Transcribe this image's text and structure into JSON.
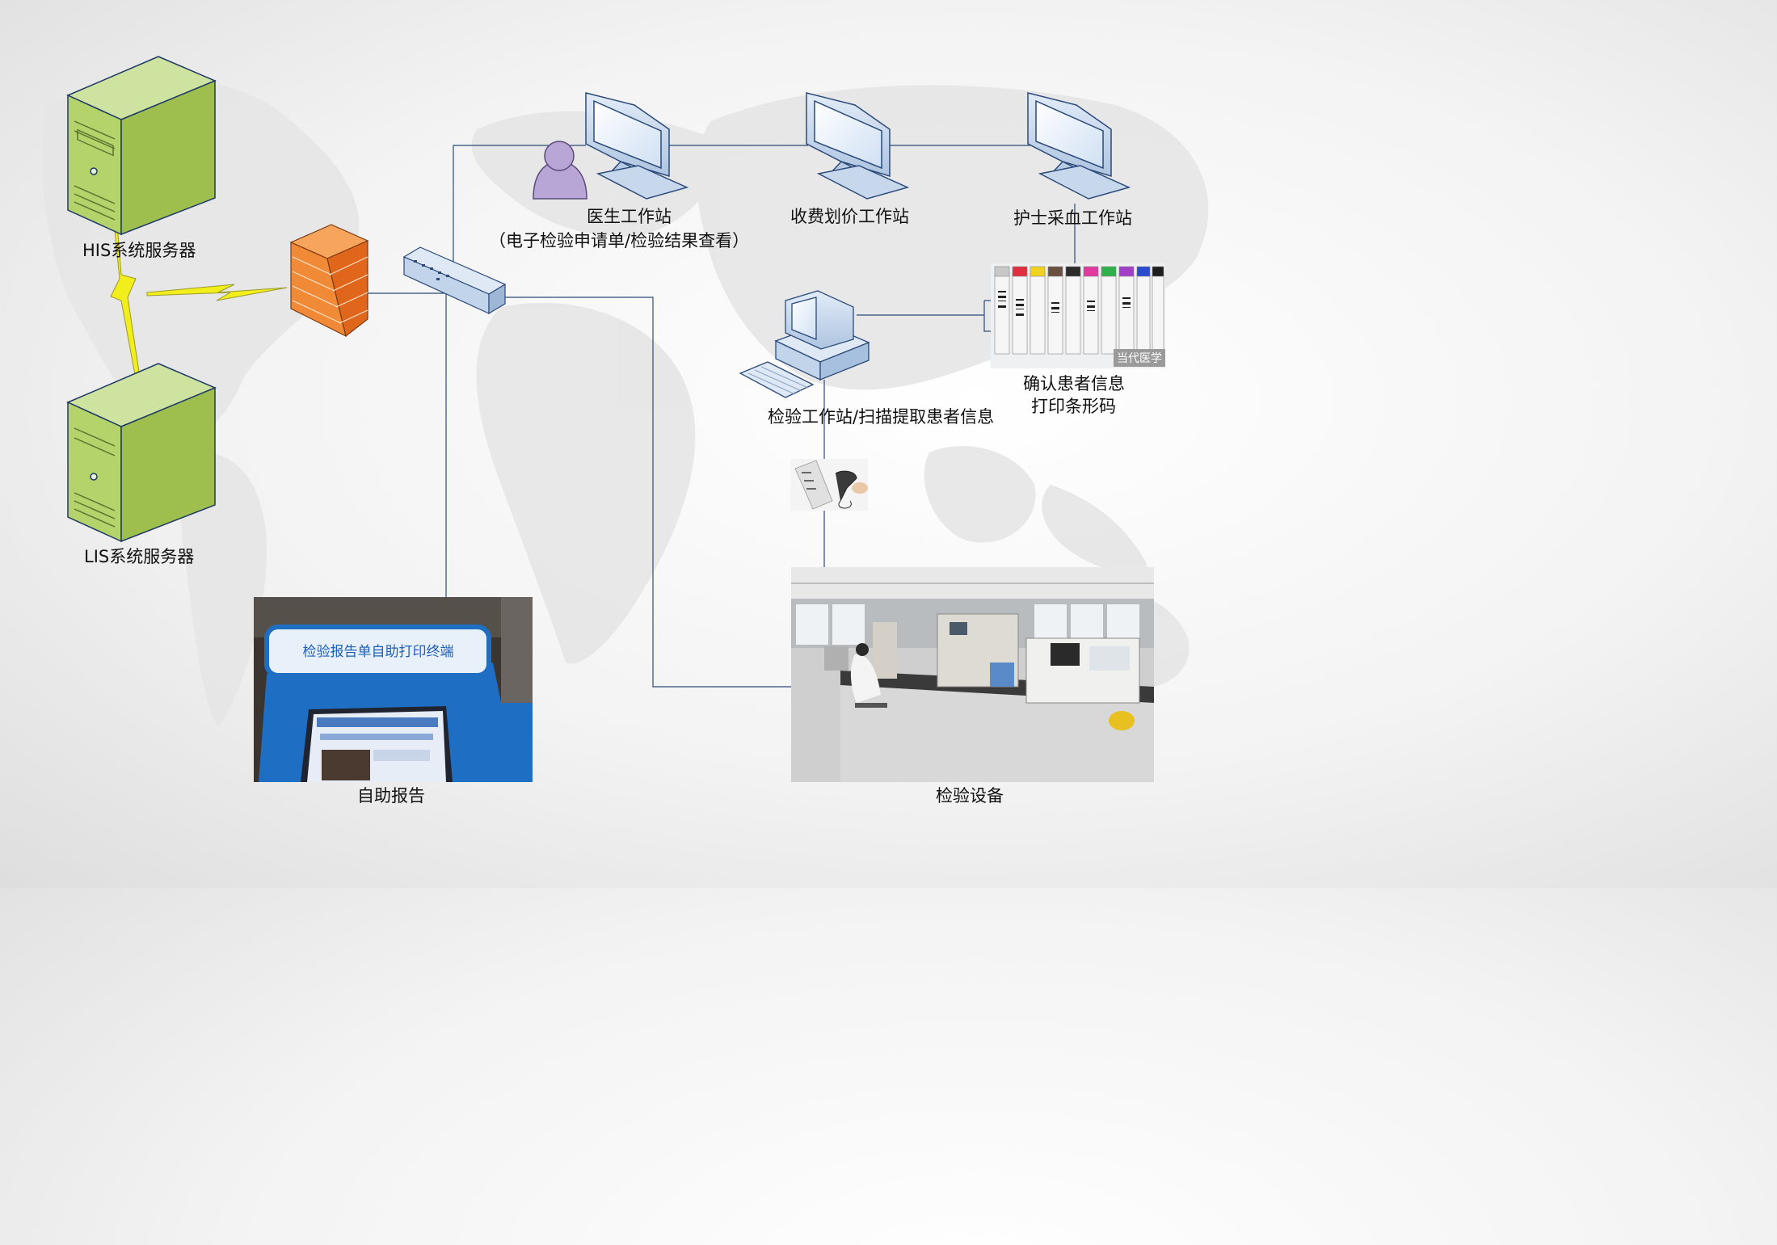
{
  "labels": {
    "his_server": "HIS系统服务器",
    "lis_server": "LIS系统服务器",
    "doctor_station": "医生工作站",
    "doctor_station_sub": "（电子检验申请单/检验结果查看）",
    "billing_station": "收费划价工作站",
    "nurse_station": "护士采血工作站",
    "confirm_line1": "确认患者信息",
    "confirm_line2": "打印条形码",
    "lab_station": "检验工作站/扫描提取患者信息",
    "self_report": "自助报告",
    "lab_equipment": "检验设备"
  },
  "kiosk": {
    "banner": "检验报告单自助打印终端"
  },
  "tubes_photo": {
    "watermark": "当代医学"
  },
  "colors": {
    "server_green": "#9ebf4d",
    "firewall_orange": "#f07a2a",
    "monitor_blue": "#c9d9ee",
    "link_line": "#2b4a7a",
    "lightning": "#f2ee1c"
  },
  "icons": [
    "server-icon",
    "firewall-icon",
    "switch-icon",
    "monitor-icon",
    "user-icon",
    "desktop-computer-icon",
    "keyboard-icon",
    "barcode-scanner-icon"
  ]
}
